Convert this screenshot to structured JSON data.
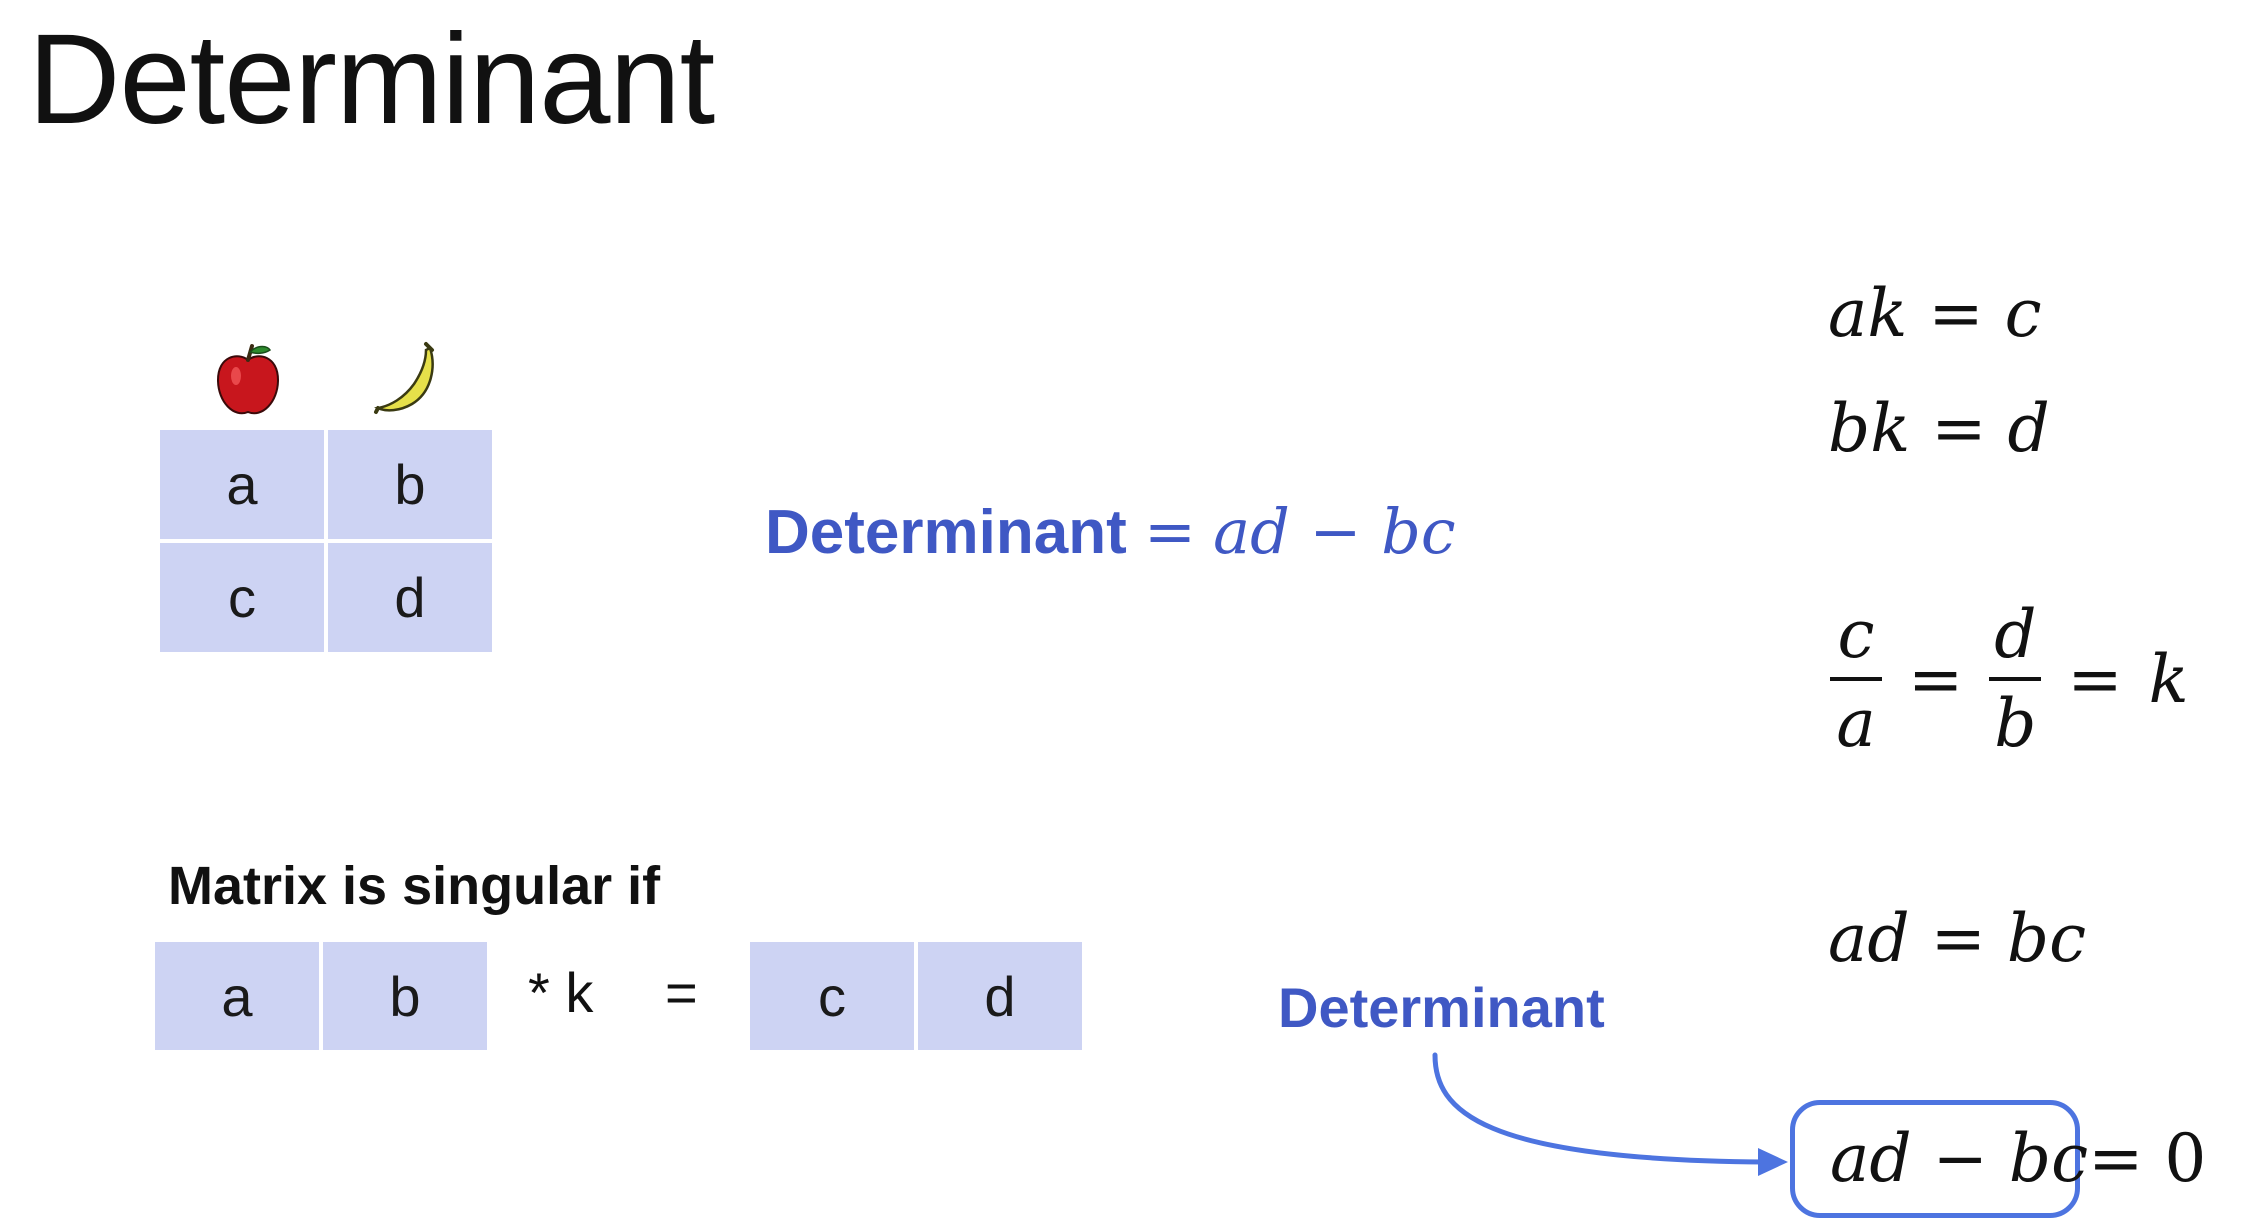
{
  "title": "Determinant",
  "matrix": {
    "cells": [
      "a",
      "b",
      "c",
      "d"
    ]
  },
  "determinant_formula": {
    "word": "Determinant",
    "equals": "=",
    "expression": "ad − bc"
  },
  "singular": {
    "caption": "Matrix is singular if",
    "left_row": [
      "a",
      "b"
    ],
    "multiplier": "* k",
    "equals": "=",
    "right_row": [
      "c",
      "d"
    ]
  },
  "equations": {
    "eq1": "ak = c",
    "eq2": "bk = d",
    "ratio": {
      "num1": "c",
      "den1": "a",
      "num2": "d",
      "den2": "b",
      "eq": "=",
      "tail": "k"
    },
    "eq4": "ad = bc",
    "eq5_boxed": "ad − bc",
    "eq5_tail": "= 0"
  },
  "annotation_label": "Determinant",
  "colors": {
    "cell_fill": "#cdd3f3",
    "accent_blue": "#3f58c4",
    "arrow_blue": "#4d74e0"
  },
  "icons": [
    "apple-icon",
    "banana-icon"
  ]
}
